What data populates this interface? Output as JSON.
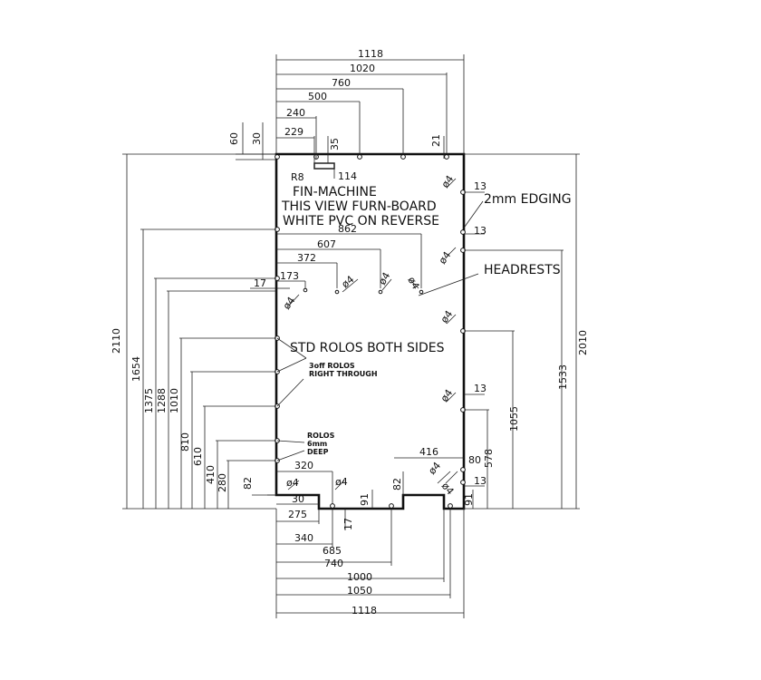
{
  "notes": {
    "fin_machine": "FIN-MACHINE",
    "this_view": "THIS VIEW FURN-BOARD",
    "white_pvc": "WHITE PVC ON REVERSE",
    "edging": "2mm EDGING",
    "headrests": "HEADRESTS",
    "std_rolos": "STD ROLOS BOTH SIDES",
    "off_rolos_1": "3off ROLOS",
    "off_rolos_2": "RIGHT THROUGH",
    "rolos_1": "ROLOS",
    "rolos_2": "6mm",
    "rolos_3": "DEEP",
    "r8": "R8"
  },
  "dims": {
    "top_1118": "1118",
    "top_1020": "1020",
    "top_760": "760",
    "top_500": "500",
    "top_240": "240",
    "top_229": "229",
    "top_60": "60",
    "top_30": "30",
    "top_35": "35",
    "top_21": "21",
    "top_114": "114",
    "h_862": "862",
    "h_607": "607",
    "h_372": "372",
    "h_173": "173",
    "h_17": "17",
    "h_416": "416",
    "h_320": "320",
    "h_30": "30",
    "h_275": "275",
    "bot_340": "340",
    "bot_685": "685",
    "bot_740": "740",
    "bot_1000": "1000",
    "bot_1050": "1050",
    "bot_1118": "1118",
    "v_17": "17",
    "v_91a": "91",
    "v_91b": "91",
    "v_82a": "82",
    "v_82b": "82",
    "v_80": "80",
    "r_13a": "13",
    "r_13b": "13",
    "r_13c": "13",
    "r_13d": "13",
    "r_578": "578",
    "r_1055": "1055",
    "r_1533": "1533",
    "r_2010": "2010",
    "l_2110": "2110",
    "l_1654": "1654",
    "l_1375": "1375",
    "l_1288": "1288",
    "l_1010": "1010",
    "l_810": "810",
    "l_610": "610",
    "l_410": "410",
    "l_280": "280",
    "l_82": "82",
    "phi": "ø4"
  }
}
